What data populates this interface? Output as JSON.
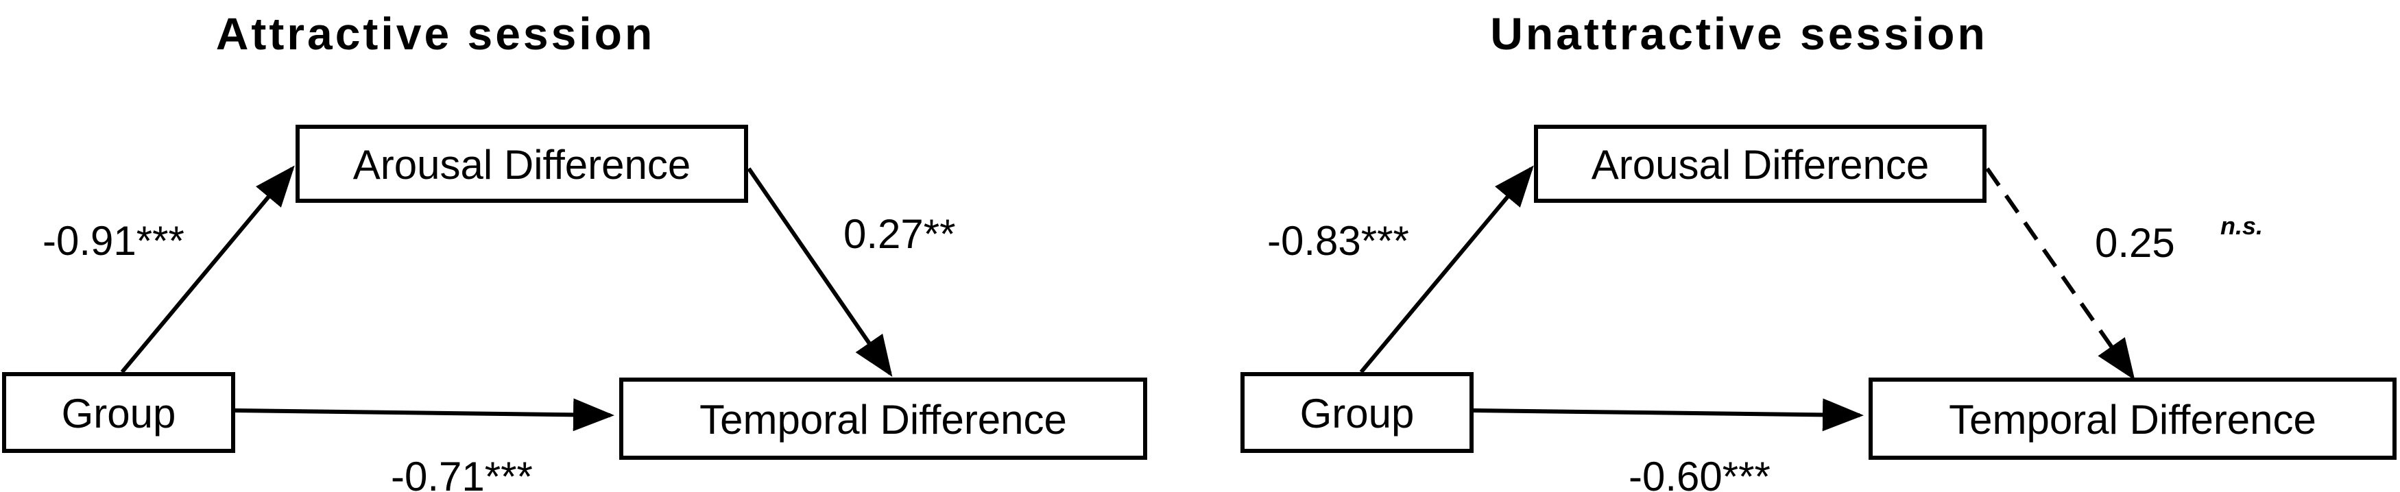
{
  "panels": [
    {
      "title": "Attractive session",
      "nodes": {
        "group": "Group",
        "mediator": "Arousal Difference",
        "outcome": "Temporal Difference"
      },
      "paths": {
        "a": {
          "coef": "-0.91***",
          "note": "",
          "significant": true
        },
        "b": {
          "coef": "0.27**",
          "note": "",
          "significant": true
        },
        "c": {
          "coef": "-0.71***",
          "note": "",
          "significant": true
        }
      }
    },
    {
      "title": "Unattractive session",
      "nodes": {
        "group": "Group",
        "mediator": "Arousal Difference",
        "outcome": "Temporal Difference"
      },
      "paths": {
        "a": {
          "coef": "-0.83***",
          "note": "",
          "significant": true
        },
        "b": {
          "coef": "0.25",
          "note": "n.s.",
          "significant": false
        },
        "c": {
          "coef": "-0.60***",
          "note": "",
          "significant": true
        }
      }
    }
  ]
}
